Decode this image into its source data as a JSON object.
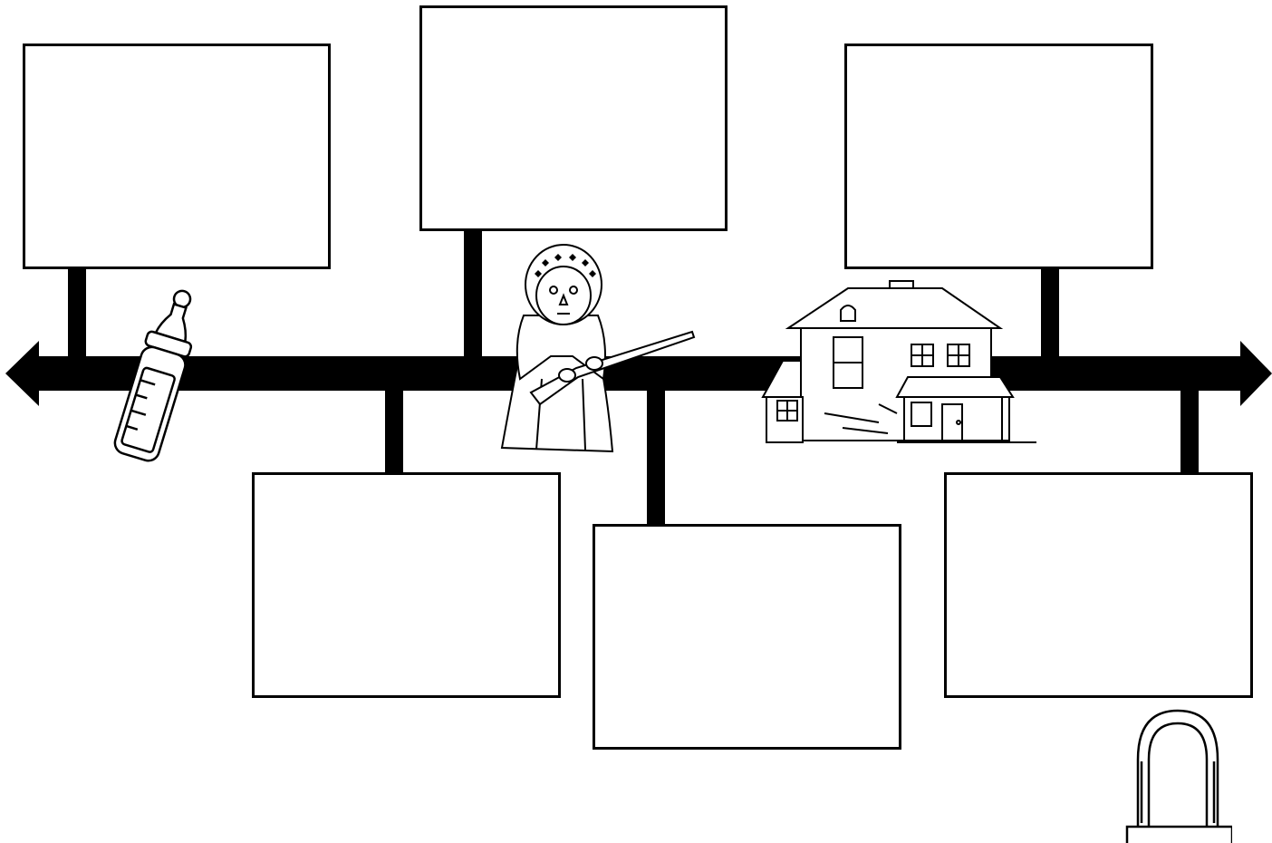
{
  "colors": {
    "line": "#000000",
    "background": "#ffffff"
  },
  "timeline": {
    "arrows": [
      "left",
      "right"
    ],
    "boxes": [
      {
        "id": "box-top-1",
        "text": ""
      },
      {
        "id": "box-top-2",
        "text": ""
      },
      {
        "id": "box-top-3",
        "text": ""
      },
      {
        "id": "box-bottom-1",
        "text": ""
      },
      {
        "id": "box-bottom-2",
        "text": ""
      },
      {
        "id": "box-bottom-3",
        "text": ""
      }
    ]
  },
  "icons": [
    "baby-bottle-icon",
    "woman-with-rifle-icon",
    "house-icon",
    "padlock-icon"
  ]
}
